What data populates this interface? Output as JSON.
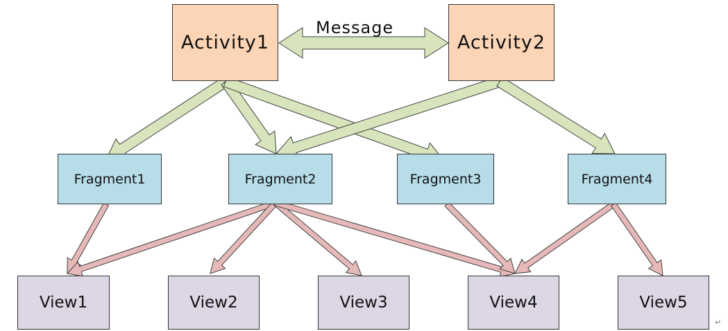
{
  "message_label": "Message",
  "activities": [
    {
      "id": "activity-1",
      "label": "Activity1"
    },
    {
      "id": "activity-2",
      "label": "Activity2"
    }
  ],
  "fragments": [
    {
      "id": "fragment-1",
      "label": "Fragment1"
    },
    {
      "id": "fragment-2",
      "label": "Fragment2"
    },
    {
      "id": "fragment-3",
      "label": "Fragment3"
    },
    {
      "id": "fragment-4",
      "label": "Fragment4"
    }
  ],
  "views": [
    {
      "id": "view-1",
      "label": "View1"
    },
    {
      "id": "view-2",
      "label": "View2"
    },
    {
      "id": "view-3",
      "label": "View3"
    },
    {
      "id": "view-4",
      "label": "View4"
    },
    {
      "id": "view-5",
      "label": "View5"
    }
  ],
  "activity_fragment_links": [
    {
      "from": "activity-1",
      "to": "fragment-1"
    },
    {
      "from": "activity-1",
      "to": "fragment-2"
    },
    {
      "from": "activity-1",
      "to": "fragment-3"
    },
    {
      "from": "activity-2",
      "to": "fragment-2"
    },
    {
      "from": "activity-2",
      "to": "fragment-4"
    }
  ],
  "fragment_view_links": [
    {
      "from": "fragment-1",
      "to": "view-1"
    },
    {
      "from": "fragment-2",
      "to": "view-1"
    },
    {
      "from": "fragment-2",
      "to": "view-2"
    },
    {
      "from": "fragment-2",
      "to": "view-3"
    },
    {
      "from": "fragment-2",
      "to": "view-4"
    },
    {
      "from": "fragment-3",
      "to": "view-4"
    },
    {
      "from": "fragment-4",
      "to": "view-4"
    },
    {
      "from": "fragment-4",
      "to": "view-5"
    }
  ],
  "colors": {
    "activity_fill": "#fbd5b5",
    "fragment_fill": "#b7dde8",
    "view_fill": "#dcd6e5",
    "activity_arrow": "#d8e4bc",
    "fragment_arrow": "#e6b9b8",
    "outline": "#404040"
  },
  "return_mark": "↵"
}
